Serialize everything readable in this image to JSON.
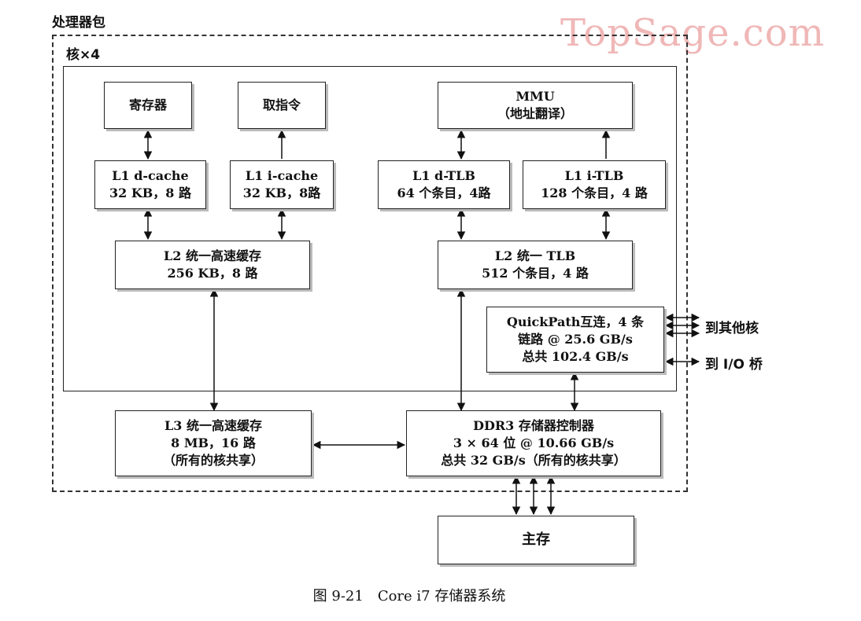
{
  "labels": {
    "package": "处理器包",
    "core": "核×4",
    "caption": "图 9-21　Core i7 存储器系统",
    "watermark": "TopSage.com"
  },
  "blocks": {
    "registers": {
      "lines": [
        "寄存器"
      ]
    },
    "fetch": {
      "lines": [
        "取指令"
      ]
    },
    "mmu": {
      "lines": [
        "MMU",
        "（地址翻译）"
      ]
    },
    "l1d": {
      "lines": [
        "L1 d-cache",
        "32 KB，8 路"
      ]
    },
    "l1i": {
      "lines": [
        "L1 i-cache",
        "32 KB，8路"
      ]
    },
    "l1dtlb": {
      "lines": [
        "L1 d-TLB",
        "64 个条目，4路"
      ]
    },
    "l1itlb": {
      "lines": [
        "L1 i-TLB",
        "128 个条目，4 路"
      ]
    },
    "l2cache": {
      "lines": [
        "L2 统一高速缓存",
        "256 KB，8 路"
      ]
    },
    "l2tlb": {
      "lines": [
        "L2 统一 TLB",
        "512 个条目，4 路"
      ]
    },
    "quickpath": {
      "lines": [
        "QuickPath互连，4 条",
        "链路 @ 25.6 GB/s",
        "总共 102.4 GB/s"
      ]
    },
    "l3cache": {
      "lines": [
        "L3 统一高速缓存",
        "8 MB，16 路",
        "（所有的核共享）"
      ]
    },
    "ddr3": {
      "lines": [
        "DDR3 存储器控制器",
        "3 × 64 位 @ 10.66 GB/s",
        "总共 32 GB/s（所有的核共享）"
      ]
    },
    "mainmem": {
      "lines": [
        "主存"
      ]
    }
  },
  "external": {
    "other_cores": "到其他核",
    "io_bridge": "到 I/O 桥"
  }
}
